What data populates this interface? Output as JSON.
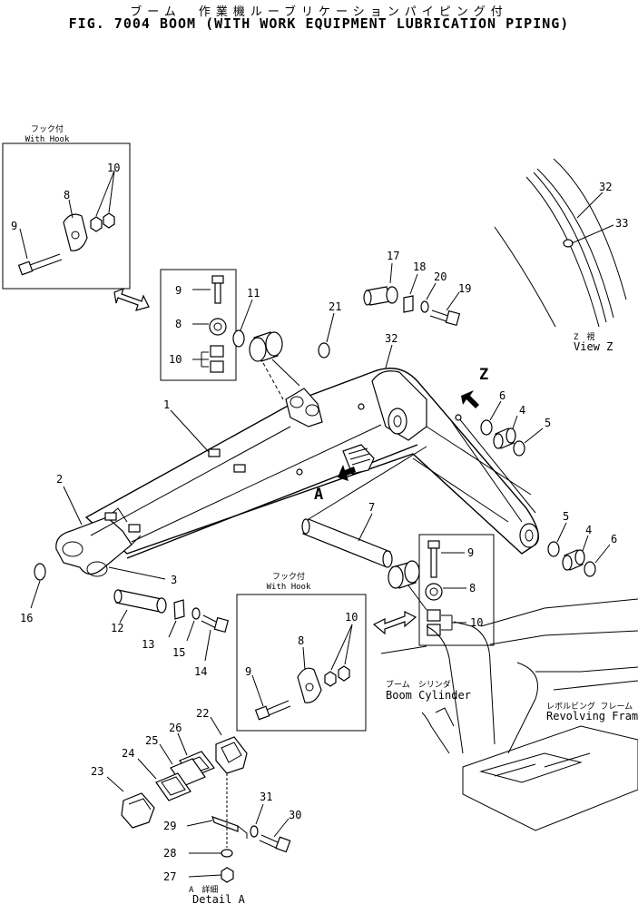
{
  "title_jp": "ブーム　作業機ルーブリケーションパイピング付",
  "title_en": "FIG. 7004  BOOM (WITH WORK EQUIPMENT LUBRICATION PIPING)",
  "with_hook_jp": "フック付",
  "with_hook_en": "With Hook",
  "view_z_jp": "Z　視",
  "view_z_en": "View Z",
  "boom_cylinder_jp": "ブーム　シリンダ",
  "boom_cylinder_en": "Boom Cylinder",
  "revolving_frame_jp": "レボルビング フレーム",
  "revolving_frame_en": "Revolving Frame",
  "detail_a_jp": "A　詳細",
  "detail_a_en": "Detail A",
  "arrow_a": "A",
  "arrow_z": "Z",
  "part_numbers": [
    "1",
    "2",
    "3",
    "4",
    "5",
    "6",
    "7",
    "8",
    "9",
    "10",
    "11",
    "12",
    "13",
    "14",
    "15",
    "16",
    "17",
    "18",
    "19",
    "20",
    "21",
    "22",
    "23",
    "24",
    "25",
    "26",
    "27",
    "28",
    "29",
    "30",
    "31",
    "32",
    "33"
  ]
}
